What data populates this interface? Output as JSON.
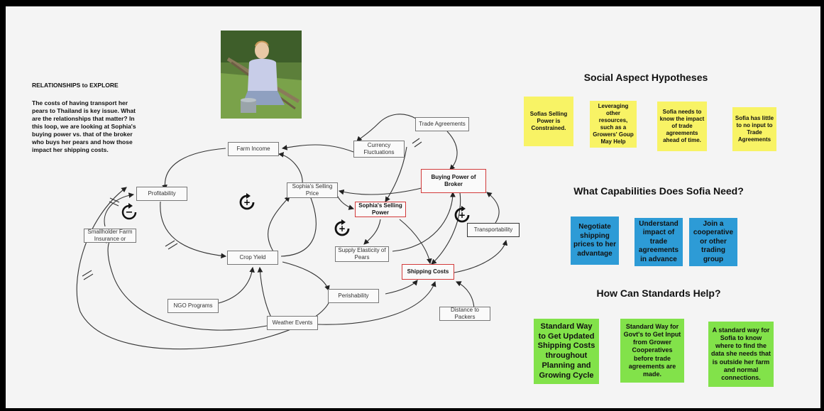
{
  "intro": {
    "title": "RELATIONSHIPS to EXPLORE",
    "body": "The costs of having transport her pears to Thailand is key issue. What are the relationships that matter? In this loop, we are looking at Sophia's buying power vs. that of the broker who buys her pears and how those impact her shipping costs."
  },
  "diagram": {
    "nodes": {
      "trade_agreements": "Trade Agreements",
      "currency": "Currency Fluctuations",
      "farm_income": "Farm Income",
      "profitability": "Profitability",
      "selling_price": "Sophia's Selling Price",
      "buying_power_broker": "Buying Power of Broker",
      "sophias_selling_power": "Sophia's Selling Power",
      "transportability": "Transportability",
      "smallholder": "Smallholder Farm Insurance or",
      "crop_yield": "Crop Yield",
      "supply_elasticity": "Supply Elasticity of Pears",
      "shipping_costs": "Shipping Costs",
      "perishability": "Perishability",
      "ngo": "NGO Programs",
      "weather": "Weather Events",
      "distance": "Distance to Packers"
    },
    "loop_signs": {
      "minus": "−",
      "plus": "+"
    }
  },
  "social": {
    "heading": "Social Aspect Hypotheses",
    "notes": [
      "Sofias Selling Power is Constrained.",
      "Leveraging other resources, such as a Growers' Goup May Help",
      "Sofia needs to know the impact of trade agreements ahead of time.",
      "Sofia has little to no input to Trade Agreements"
    ]
  },
  "capabilities": {
    "heading": "What Capabilities Does Sofia Need?",
    "notes": [
      "Negotiate shipping prices to her advantage",
      "Understand impact of trade agreements in advance",
      "Join a cooperative or other trading group"
    ]
  },
  "standards": {
    "heading": "How Can Standards Help?",
    "notes": [
      "Standard Way to Get Updated Shipping Costs throughout Planning and Growing Cycle",
      "Standard Way for Govt's to Get Input from Grower Cooperatives before trade agreements are made.",
      "A standard way for Sofia to know where to find the data she needs that is outside her farm and normal connections."
    ]
  },
  "colors": {
    "yellow_sticky": "#f8f365",
    "blue_sticky": "#2d9bd6",
    "green_sticky": "#82e24a",
    "red_border": "#d23a3a"
  }
}
